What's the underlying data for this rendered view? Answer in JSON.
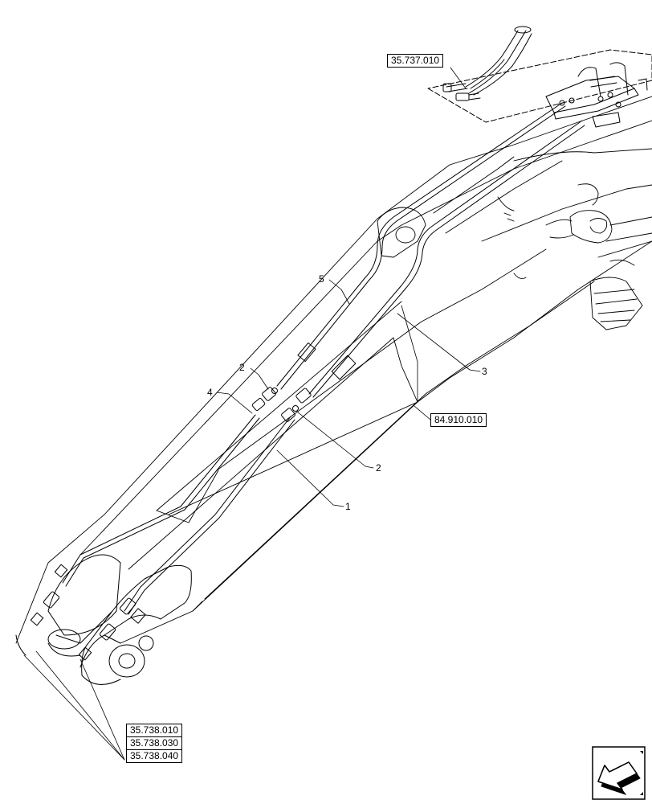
{
  "references": {
    "top": "35.737.010",
    "mid": "84.910.010",
    "bottom": [
      "35.738.010",
      "35.738.030",
      "35.738.040"
    ]
  },
  "callouts": [
    "1",
    "2",
    "2",
    "3",
    "4",
    "5"
  ],
  "icons": {
    "navigation": "previous-page-arrow-icon"
  }
}
